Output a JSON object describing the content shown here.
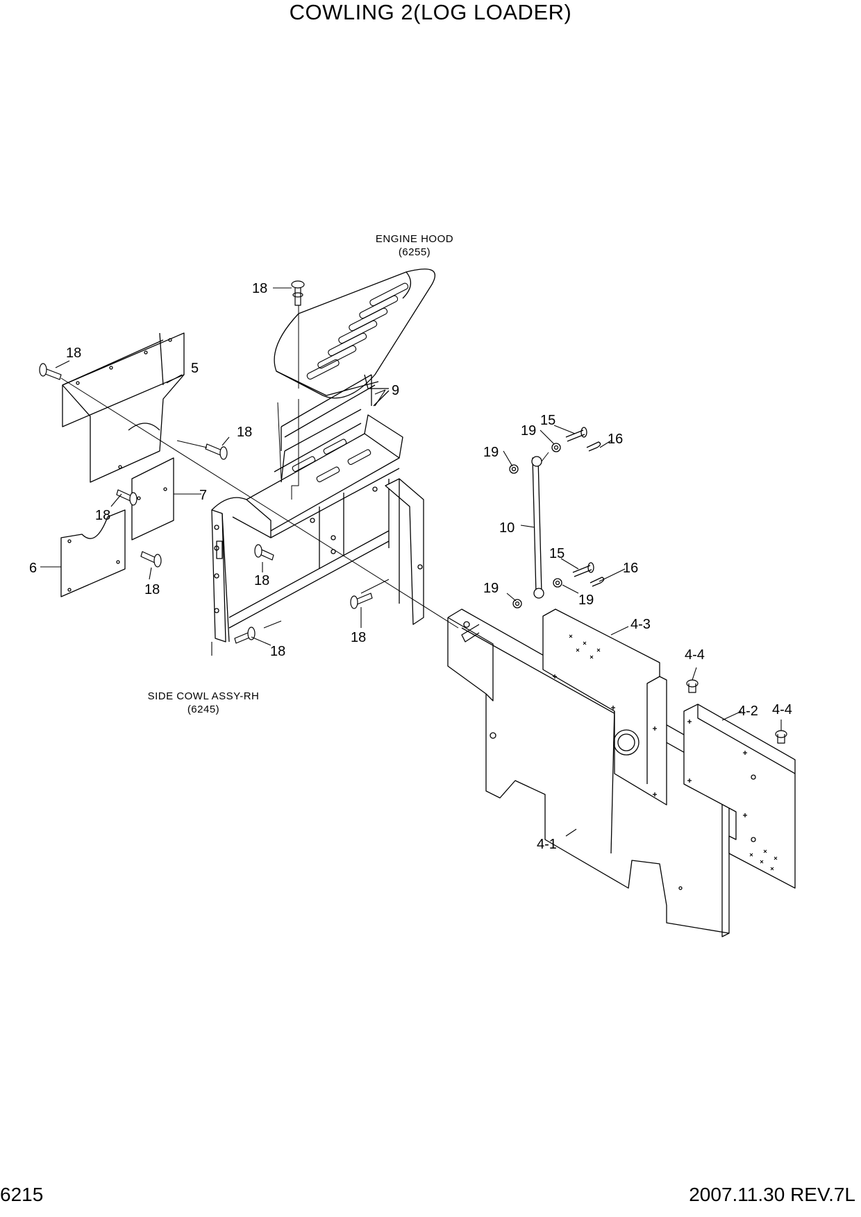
{
  "title": "COWLING 2(LOG LOADER)",
  "footer": {
    "page_number": "6215",
    "revision": "2007.11.30  REV.7L"
  },
  "notes": {
    "engine_hood_name": "ENGINE HOOD",
    "engine_hood_ref": "(6255)",
    "side_cowl_name": "SIDE COWL ASSY-RH",
    "side_cowl_ref": "(6245)"
  },
  "callouts": {
    "c18_top": "18",
    "c18_upper_left": "18",
    "c5": "5",
    "c9": "9",
    "c18_mid": "18",
    "c7": "7",
    "c18_left_mid": "18",
    "c6": "6",
    "c18_left_low": "18",
    "c18_frame": "18",
    "c18_frame_low": "18",
    "c18_center_low": "18",
    "c15_top": "15",
    "c19_top_a": "19",
    "c16_top": "16",
    "c19_top_b": "19",
    "c10": "10",
    "c15_low": "15",
    "c16_low": "16",
    "c19_low_a": "19",
    "c19_low_b": "19",
    "c4_3": "4-3",
    "c4_4_a": "4-4",
    "c4_2": "4-2",
    "c4_4_b": "4-4",
    "c4_1": "4-1"
  }
}
